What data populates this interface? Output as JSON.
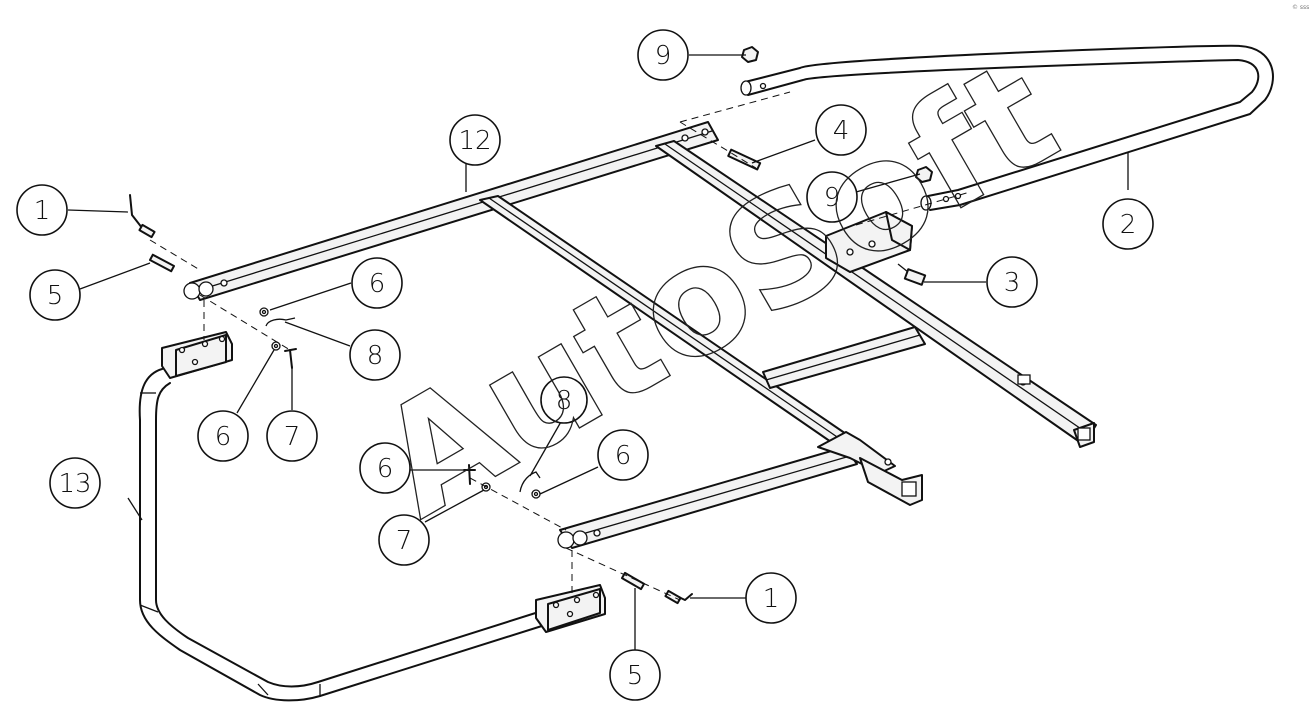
{
  "callouts": [
    {
      "label": "1"
    },
    {
      "label": "5"
    },
    {
      "label": "12"
    },
    {
      "label": "6"
    },
    {
      "label": "8"
    },
    {
      "label": "6"
    },
    {
      "label": "7"
    },
    {
      "label": "13"
    },
    {
      "label": "9"
    },
    {
      "label": "4"
    },
    {
      "label": "9"
    },
    {
      "label": "2"
    },
    {
      "label": "3"
    },
    {
      "label": "8"
    },
    {
      "label": "6"
    },
    {
      "label": "7"
    },
    {
      "label": "6"
    },
    {
      "label": "1"
    },
    {
      "label": "5"
    }
  ],
  "watermark": "AutoSoft",
  "corner_mark": "© sss"
}
